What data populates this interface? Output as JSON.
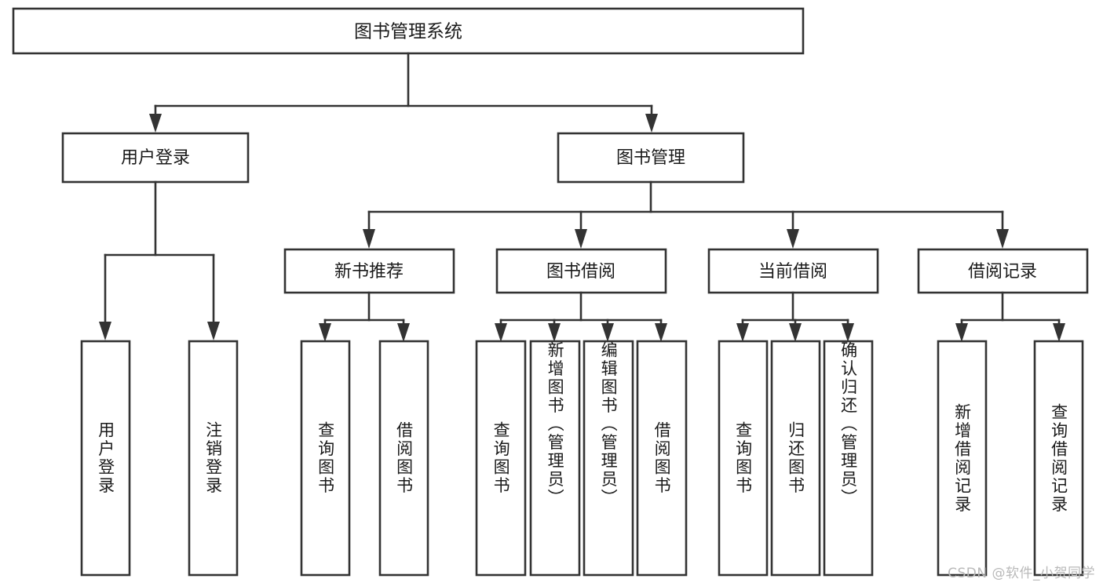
{
  "diagram": {
    "type": "tree",
    "title": "图书管理系统",
    "orientation": "top-down",
    "watermark": "CSDN @软件_小贺同学",
    "colors": {
      "box_stroke": "#333333",
      "box_fill": "#ffffff",
      "text": "#1a1a1a",
      "background": "#ffffff",
      "watermark": "#b9b9b9"
    },
    "root": {
      "label": "图书管理系统"
    },
    "level2": [
      {
        "label": "用户登录"
      },
      {
        "label": "图书管理"
      }
    ],
    "level3": [
      {
        "label": "新书推荐"
      },
      {
        "label": "图书借阅"
      },
      {
        "label": "当前借阅"
      },
      {
        "label": "借阅记录"
      }
    ],
    "leaves": {
      "user_login": [
        {
          "label": "用户登录"
        },
        {
          "label": "注销登录"
        }
      ],
      "new_book_recommend": [
        {
          "label": "查询图书"
        },
        {
          "label": "借阅图书"
        }
      ],
      "book_borrow": [
        {
          "label": "查询图书"
        },
        {
          "label": "新增图书（管理员）"
        },
        {
          "label": "编辑图书（管理员）"
        },
        {
          "label": "借阅图书"
        }
      ],
      "current_borrow": [
        {
          "label": "查询图书"
        },
        {
          "label": "归还图书"
        },
        {
          "label": "确认归还（管理员）"
        }
      ],
      "borrow_record": [
        {
          "label": "新增借阅记录"
        },
        {
          "label": "查询借阅记录"
        }
      ]
    }
  }
}
